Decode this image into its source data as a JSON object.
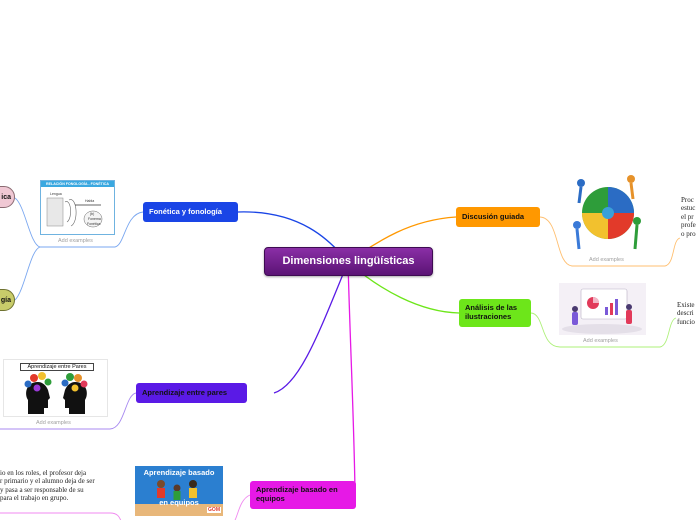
{
  "central": {
    "label": "Dimensiones lingüísticas"
  },
  "add_examples": "Add examples",
  "branches": {
    "fonetica": {
      "label": "Fonética y fonología",
      "color": "#1a45e6",
      "image": {
        "title": "RELACIÓN FONOLOGÍA - FONÉTICA",
        "w1": "Lengua",
        "w2": "Habla",
        "w3": "(b)",
        "w4": "Fonema",
        "w5": "Fonética"
      }
    },
    "discusion": {
      "label": "Discusión guiada",
      "color": "#ff9800"
    },
    "analisis": {
      "label": "Análisis de las ilustraciones",
      "color": "#6de61a"
    },
    "pares": {
      "label": "Aprendizaje entre pares",
      "color": "#5a1ae6",
      "image": {
        "title": "Aprendizaje entre Pares"
      }
    },
    "equipos": {
      "label": "Aprendizaje basado en equipos",
      "color": "#e619e6",
      "image": {
        "line1": "Aprendizaje basado",
        "line2": "en equipos",
        "badge": "GOM"
      }
    }
  },
  "left_stubs": {
    "top": "ica",
    "bottom": "gía"
  },
  "notes": {
    "discusion": [
      "Proc",
      "estuc",
      "el pr",
      "profe",
      "o pro"
    ],
    "analisis": [
      "Existe",
      "descri",
      "funcio"
    ],
    "equipos": [
      "io en los roles, el profesor deja",
      "r primario y el alumno deja de ser",
      "y pasa a ser responsable de su",
      "para el trabajo en grupo."
    ]
  }
}
